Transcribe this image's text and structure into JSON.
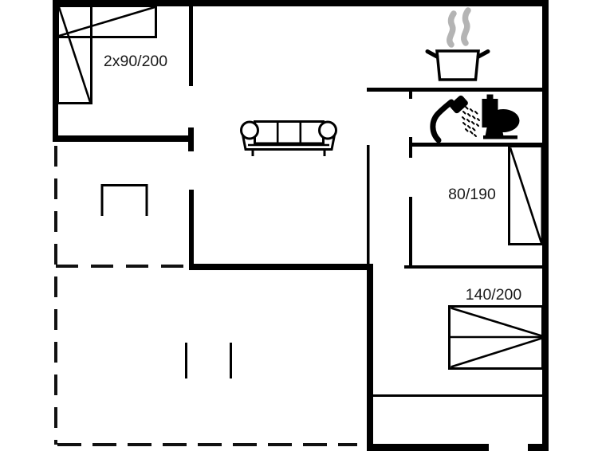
{
  "plan": {
    "labels": {
      "double_bed": "2x90/200",
      "single_bed": "80/190",
      "master_bed": "140/200"
    },
    "colors": {
      "wall": "#000000",
      "text": "#1a1a1a",
      "steam": "#b4b4b4",
      "background": "#ffffff"
    },
    "icons": [
      "cooking-pot-icon",
      "steam-icon",
      "shower-icon",
      "toilet-icon",
      "sofa-icon",
      "bed-icon",
      "table-icon"
    ]
  }
}
